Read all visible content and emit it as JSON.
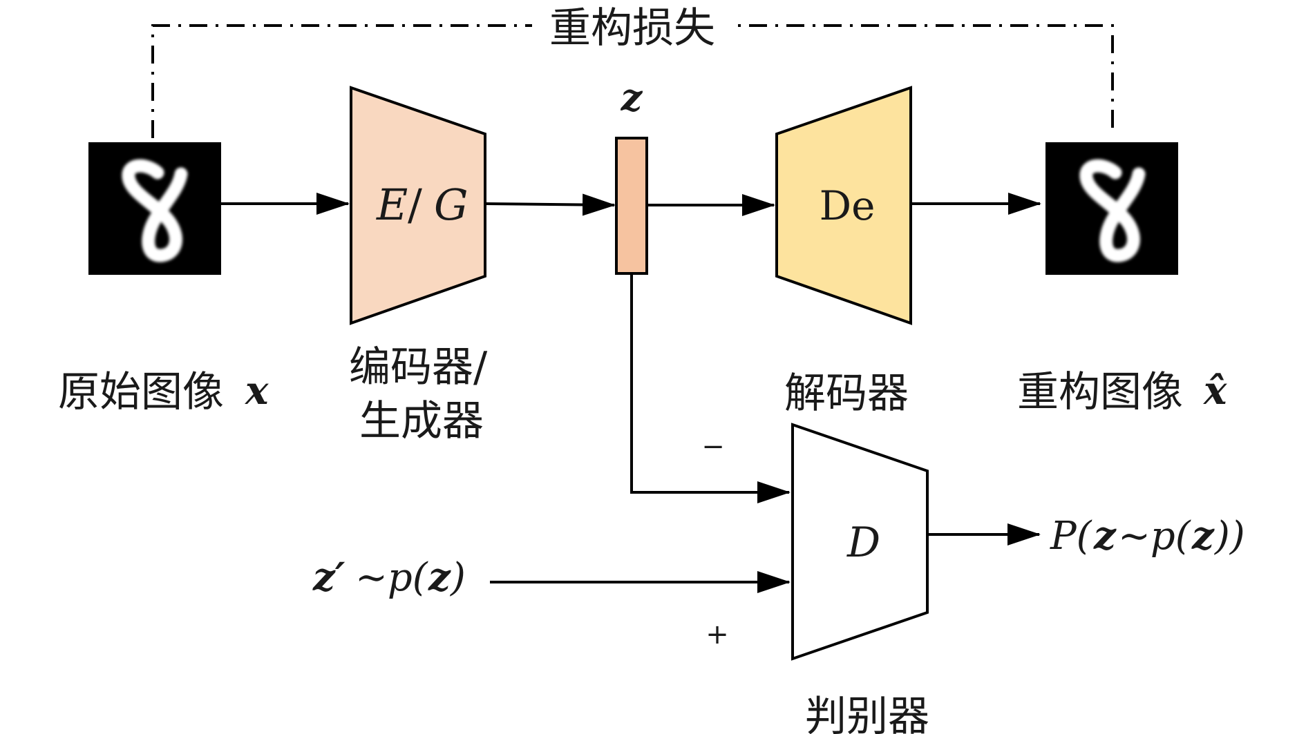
{
  "labels": {
    "recon_loss": "重构损失",
    "input_image": "原始图像",
    "input_var": "x",
    "encoder_line1": "编码器/",
    "encoder_line2": "生成器",
    "encoder_symbol_e": "E",
    "encoder_symbol_sep": "/",
    "encoder_symbol_g": "G",
    "latent": "z",
    "decoder_symbol": "De",
    "decoder": "解码器",
    "recon_image": "重构图像",
    "recon_var": "x̂",
    "discriminator_symbol": "D",
    "discriminator": "判别器",
    "minus_sign": "−",
    "plus_sign": "+"
  },
  "prior_input": {
    "z_prime": "z′",
    "sim_p": "∼p(",
    "z": "z",
    "close": ")"
  },
  "output": {
    "p_open": "P(",
    "z": "z",
    "sim_p": "∼p(",
    "z2": "z",
    "close": "))"
  },
  "colors": {
    "encoder_fill": "#f9d8c0",
    "latent_fill": "#f6c3a0",
    "decoder_fill": "#fde39e",
    "discriminator_fill": "#ffffff",
    "image_bg": "#000000",
    "line": "#000000"
  }
}
